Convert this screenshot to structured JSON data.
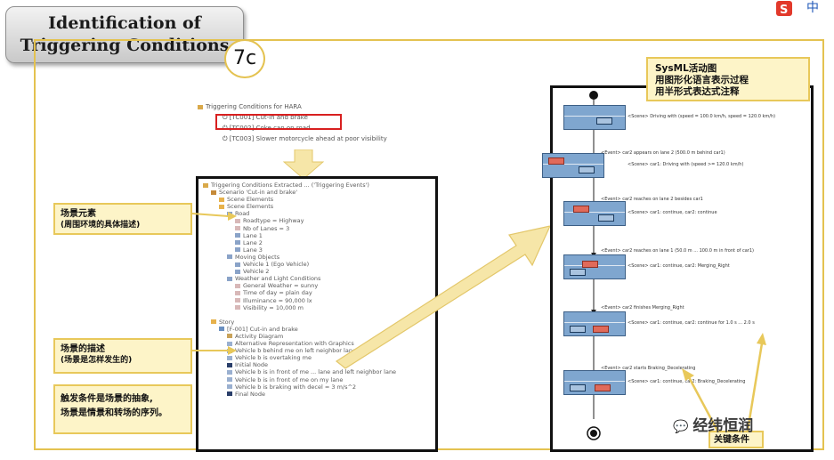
{
  "title": {
    "line1": "Identification of",
    "line2": "Triggering Conditions"
  },
  "badge": "7c",
  "logo": {
    "text": "中"
  },
  "tree_top": {
    "root": "Triggering Conditions for HARA",
    "items": [
      "[TC001] Cut-in and brake",
      "[TC002] Coke can on road",
      "[TC003] Slower motorcycle ahead at poor visibility"
    ]
  },
  "tree": {
    "rows": [
      "Triggering Conditions Extracted ... ('Triggering Events')",
      "Scenario 'Cut-in and brake'",
      "Scene Elements",
      "Scene Elements",
      "Road",
      "Roadtype = Highway",
      "Nb of Lanes = 3",
      "Lane 1",
      "Lane 2",
      "Lane 3",
      "Moving Objects",
      "Vehicle 1 (Ego Vehicle)",
      "Vehicle 2",
      "Weather and Light Conditions",
      "General Weather = sunny",
      "Time of day = plain day",
      "Illuminance = 90,000 lx",
      "Visibility = 10,000 m",
      "",
      "Story",
      "[F-001] Cut-in and brake",
      "Activity Diagram",
      "Alternative Representation with Graphics",
      "Vehicle b behind me on left neighbor lane",
      "Vehicle b is overtaking me",
      "Initial Node",
      "Vehicle b is in front of me ... lane and left neighbor lane",
      "Vehicle b is in front of me on my lane",
      "Vehicle b is braking with decel = 3 m/s^2",
      "Final Node"
    ]
  },
  "callouts": {
    "scene_elements": {
      "line1": "场景元素",
      "line2": "(周围环境的具体描述)"
    },
    "scene_description": {
      "line1": "场景的描述",
      "line2": "(场景是怎样发生的)"
    },
    "trigger": {
      "line1": "触发条件是场景的抽象,",
      "line2": "场景是情景和转场的序列。"
    }
  },
  "sysml_note": {
    "line1": "SysML活动图",
    "line2": "用图形化语言表示过程",
    "line3": "用半形式表达式注释"
  },
  "activity": {
    "scenes": [
      "<Scene> Driving with (speed = 100.0 km/h, speed = 120.0 km/h)",
      "<Scene> car1: Driving with (speed >= 120.0 km/h)",
      "<Scene> car1: continue, car2: continue",
      "<Scene> car1: continue, car2: Merging_Right",
      "<Scene> car1: continue, car2: continue for 1.0 s ... 2.0 s",
      "<Scene> car1: continue, car2: Braking_Decelerating"
    ],
    "events": [
      "<Event> car2 appears on lane 2 (500.0 m behind car1)",
      "<Event> car2 reaches on lane 2 besides car1",
      "<Event> car2 reaches on lane 1 (50.0 m ... 100.0 m in front of car1)",
      "<Event> car2 finishes Merging_Right",
      "<Event> car2 starts Braking_Decelerating"
    ]
  },
  "watermark": "经纬恒润",
  "keyword": "关键条件",
  "colors": {
    "frame": "#e4c250",
    "callout_bg": "#fdf4c8",
    "arrow": "#f6e6a8",
    "redbox": "#d82020",
    "shot": "#7fa6cf"
  }
}
